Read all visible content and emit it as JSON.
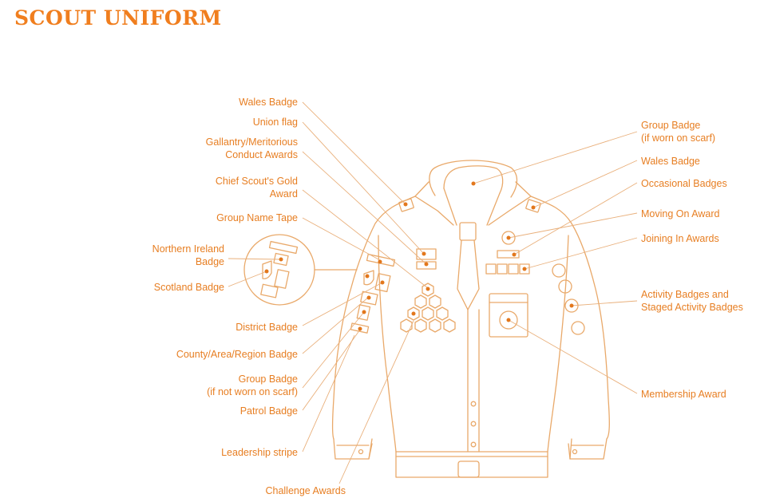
{
  "title": "SCOUT UNIFORM",
  "colors": {
    "title": "#F07E1E",
    "outline": "#E9A96A",
    "dot": "#E2771C",
    "label": "#E77E22",
    "leader": "#E9B07C"
  },
  "labels": {
    "wales_badge_left": "Wales Badge",
    "union_flag": "Union flag",
    "gallantry_1": "Gallantry/Meritorious",
    "gallantry_2": "Conduct Awards",
    "chief_scout_1": "Chief Scout's Gold",
    "chief_scout_2": "Award",
    "group_name_tape": "Group Name Tape",
    "northern_ireland_1": "Northern Ireland",
    "northern_ireland_2": "Badge",
    "scotland_badge": "Scotland Badge",
    "district_badge": "District Badge",
    "county_badge": "County/Area/Region Badge",
    "group_badge_left_1": "Group Badge",
    "group_badge_left_2": "(if not worn on scarf)",
    "patrol_badge": "Patrol Badge",
    "leadership_stripe": "Leadership stripe",
    "challenge_awards": "Challenge Awards",
    "group_badge_right_1": "Group Badge",
    "group_badge_right_2": "(if worn on scarf)",
    "wales_badge_right": "Wales Badge",
    "occasional_badges": "Occasional Badges",
    "moving_on_award": "Moving On Award",
    "joining_in_awards": "Joining In Awards",
    "activity_badges_1": "Activity Badges and",
    "activity_badges_2": "Staged Activity Badges",
    "membership_award": "Membership Award"
  }
}
